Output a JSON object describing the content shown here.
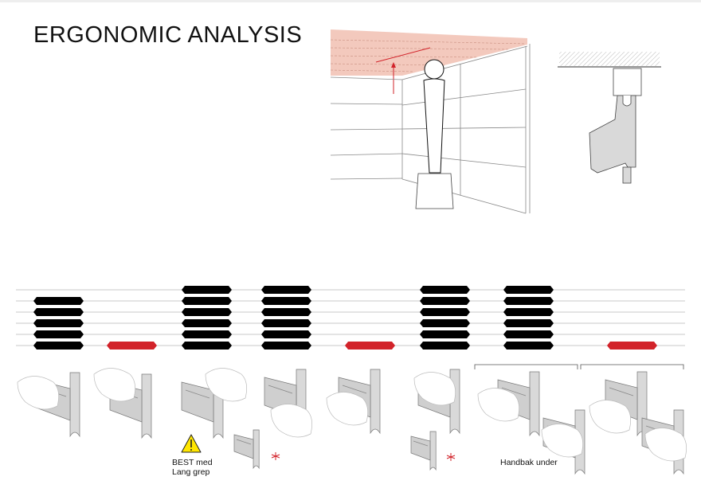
{
  "title": "ERGONOMIC ANALYSIS",
  "colors": {
    "ok": "#000000",
    "bad": "#d2232a",
    "ceiling": "#f2c3b6",
    "part": "#d9d9d9"
  },
  "rating_chart": {
    "max_level": 6,
    "columns": [
      {
        "level": 5,
        "status": "ok"
      },
      {
        "level": 1,
        "status": "bad"
      },
      {
        "level": 6,
        "status": "ok"
      },
      {
        "level": 6,
        "status": "ok"
      },
      {
        "level": 1,
        "status": "bad"
      },
      {
        "level": 6,
        "status": "ok"
      },
      {
        "level": 6,
        "status": "ok"
      },
      {
        "level": 1,
        "status": "bad"
      }
    ]
  },
  "notes": {
    "best_line1": "BEST med",
    "best_line2": "Lang grep",
    "handbak": "Handbak under"
  },
  "icons": {
    "warning": "warning-triangle-icon",
    "star": "red-asterisk-icon"
  }
}
